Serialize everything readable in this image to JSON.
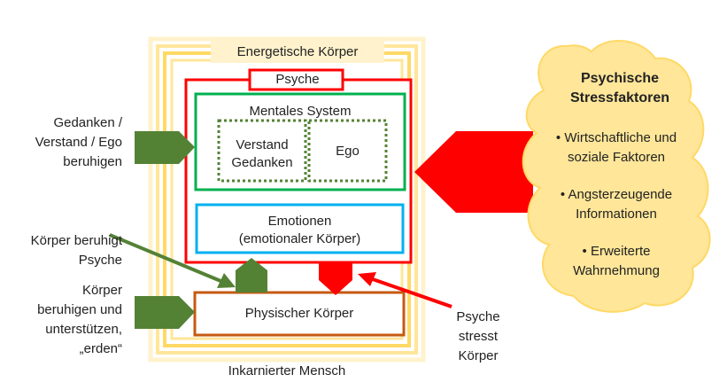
{
  "energetic_body": "Energetische Körper",
  "psyche": "Psyche",
  "mental_system": "Mentales System",
  "verstand": "Verstand",
  "gedanken": "Gedanken",
  "ego": "Ego",
  "emotions_line1": "Emotionen",
  "emotions_line2": "(emotionaler Körper)",
  "physical_body": "Physischer Körper",
  "incarnated": "Inkarnierter Mensch",
  "left_top": [
    "Gedanken /",
    "Verstand / Ego",
    "beruhigen"
  ],
  "left_mid": [
    "Körper beruhigt",
    "Psyche"
  ],
  "left_bottom": [
    "Körper",
    "beruhigen und",
    "unterstützen,",
    "„erden“"
  ],
  "right_stress": [
    "Psyche",
    "stresst",
    "Körper"
  ],
  "cloud": {
    "title": [
      "Psychische",
      "Stressfaktoren"
    ],
    "items": [
      [
        "Wirtschaftliche und",
        "soziale Faktoren"
      ],
      [
        "Angsterzeugende",
        "Informationen"
      ],
      [
        "Erweiterte",
        "Wahrnehmung"
      ]
    ]
  },
  "colors": {
    "yellow": "#FFD966",
    "red": "#FF0000",
    "green": "#00B050",
    "dark_green": "#548235",
    "cyan": "#00B0F0",
    "orange": "#C55A11",
    "cloud_fill": "#FFE699"
  }
}
